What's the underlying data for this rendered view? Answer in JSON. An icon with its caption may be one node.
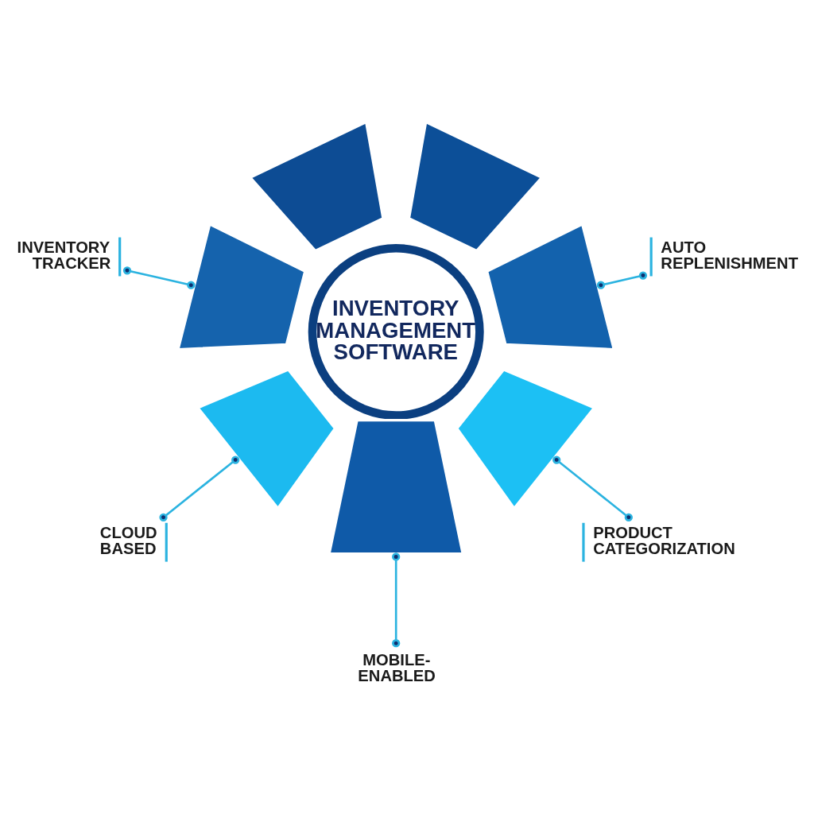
{
  "diagram": {
    "nodes": [
      {
        "text": [
          "INVENTORY MANAGEMENT SOFTWARE"
        ]
      },
      {
        "text": [],
        "shape": "segment"
      },
      {
        "text": [],
        "shape": "segment"
      },
      {
        "text": [],
        "shape": "segment"
      },
      {
        "text": [],
        "shape": "segment"
      },
      {
        "text": [],
        "shape": "segment"
      },
      {
        "text": [],
        "shape": "segment"
      },
      {
        "text": [],
        "shape": "segment"
      },
      {
        "text": [
          "INVENTORY TRACKER"
        ]
      },
      {
        "text": [
          "AUTO REPLENISHMENT"
        ]
      },
      {
        "text": [
          "CLOUD BASED"
        ]
      },
      {
        "text": [
          "MOBILE-ENABLED"
        ]
      },
      {
        "text": [
          "PRODUCT CATEGORIZATION"
        ]
      }
    ],
    "edges": [
      {
        "from": 8,
        "to": 7,
        "arrow": "other"
      },
      {
        "from": 9,
        "to": 3,
        "arrow": "other"
      },
      {
        "from": 10,
        "to": 6,
        "arrow": "other"
      },
      {
        "from": 11,
        "to": 5,
        "arrow": "other"
      },
      {
        "from": 12,
        "to": 4,
        "arrow": "other"
      }
    ]
  }
}
